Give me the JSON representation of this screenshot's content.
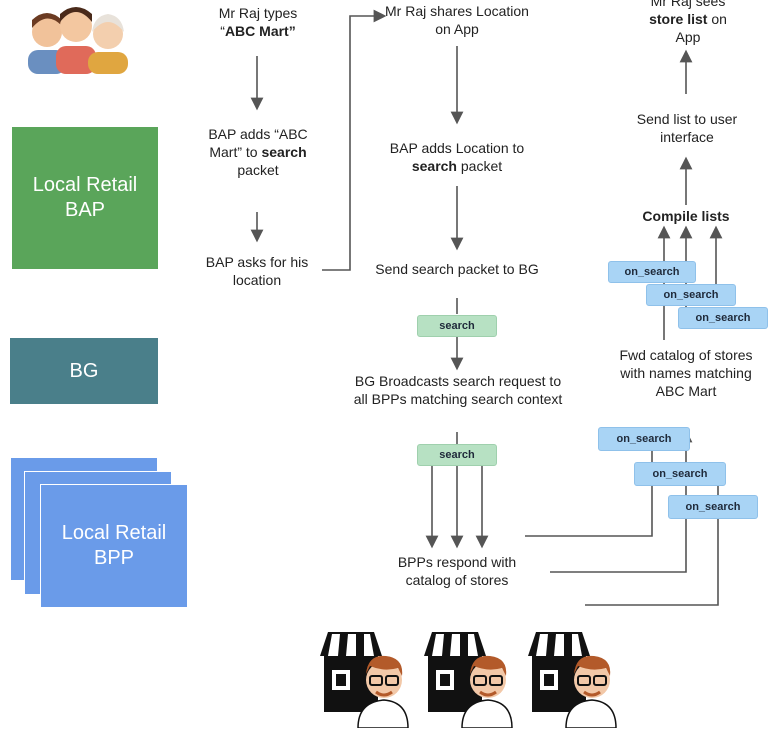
{
  "actors": {
    "bap": "Local Retail BAP",
    "bg": "BG",
    "bpp": "Local Retail BPP"
  },
  "colors": {
    "bap": "#5aa55a",
    "bg": "#4a7f8a",
    "bpp": "#6a9be9",
    "search_tag": "#b7e1c3",
    "on_search_tag": "#a9d4f5"
  },
  "icons": {
    "user_group": "family-icon",
    "stores": "store-owner-icon"
  },
  "steps": {
    "col1": {
      "s1_pre": "Mr Raj types",
      "s1_quote_open": "“",
      "s1_bold": "ABC Mart”",
      "s2_a": "BAP adds “ABC",
      "s2_b": "Mart” to ",
      "s2_bold": "search",
      "s2_c": "packet",
      "s3": "BAP asks for his location"
    },
    "col2": {
      "s1": "Mr Raj shares Location on App",
      "s2_a": "BAP adds Location to",
      "s2_bold": "search",
      "s2_b": " packet",
      "s3": "Send search packet to BG",
      "s4": "BG Broadcasts search request to all BPPs matching search context",
      "s5": "BPPs respond with catalog of stores"
    },
    "col3": {
      "s1_a": "Mr Raj sees",
      "s1_bold": "store list",
      "s1_b": " on",
      "s1_c": "App",
      "s2": "Send list to user interface",
      "s3": "Compile lists",
      "s4": "Fwd catalog of stores with names matching ABC Mart"
    }
  },
  "tags": {
    "search": "search",
    "on_search": "on_search"
  }
}
